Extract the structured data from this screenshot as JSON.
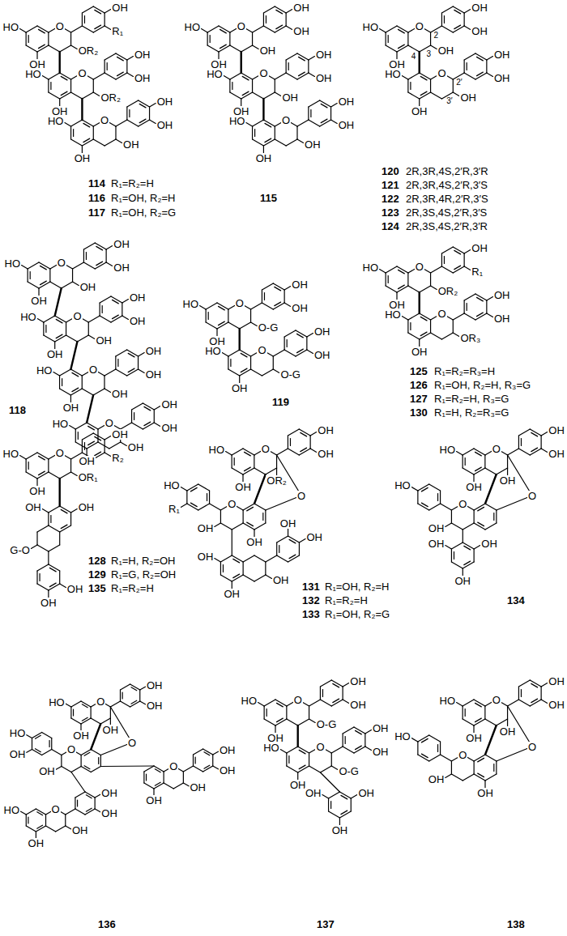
{
  "diagram": {
    "labels": [
      "O",
      "HO",
      "OH",
      "OR₂",
      "OH",
      "R₁",
      "O",
      "HO",
      "OH",
      "OR₂",
      "OH",
      "OH",
      "O",
      "HO",
      "OH",
      "OH",
      "OH",
      "OH",
      "114",
      "R₁=R₂=H",
      "116",
      "R₁=OH, R₂=H",
      "117",
      "R₁=OH, R₂=G",
      "O",
      "HO",
      "OH",
      "OH",
      "OH",
      "OH",
      "O",
      "HO",
      "OH",
      "OH",
      "OH",
      "OH",
      "O",
      "HO",
      "OH",
      "OH",
      "OH",
      "OH",
      "115",
      "O",
      "HO",
      "OH",
      "OH",
      "OH",
      "OH",
      "O",
      "HO",
      "OH",
      "OH",
      "OH",
      "OH",
      "2",
      "3",
      "4",
      "2′",
      "3′",
      "120",
      "2R,3R,4S,2′R,3′R",
      "121",
      "2R,3R,4S,2′R,3′S",
      "122",
      "2R,3R,4R,2′R,3′S",
      "123",
      "2R,3S,4S,2′R,3′S",
      "124",
      "2R,3S,4S,2′R,3′R",
      "O",
      "HO",
      "OH",
      "OH",
      "OH",
      "OH",
      "O",
      "HO",
      "OH",
      "OH",
      "OH",
      "OH",
      "O",
      "HO",
      "OH",
      "OH",
      "OH",
      "OH",
      "O",
      "HO",
      "OH",
      "OH",
      "OH",
      "OH",
      "118",
      "O",
      "HO",
      "OH",
      "O-G",
      "OH",
      "OH",
      "O",
      "HO",
      "OH",
      "O-G",
      "OH",
      "OH",
      "119",
      "O",
      "HO",
      "OH",
      "OR₂",
      "OH",
      "R₁",
      "O",
      "HO",
      "OH",
      "OR₃",
      "OH",
      "OH",
      "125",
      "R₁=R₂=R₃=H",
      "126",
      "R₁=OH, R₂=H, R₃=G",
      "127",
      "R₁=R₂=H, R₃=G",
      "130",
      "R₁=H, R₂=R₃=G",
      "O",
      "HO",
      "OH",
      "OR₁",
      "OH",
      "R₂",
      "OH",
      "OH",
      "G-O",
      "OH",
      "OH",
      "128",
      "R₁=H, R₂=OH",
      "129",
      "R₁=G, R₂=OH",
      "135",
      "R₁=R₂=H",
      "O",
      "HO",
      "OH",
      "OR₂",
      "OH",
      "OH",
      "O",
      "OH",
      "OH",
      "HO",
      "R₁",
      "O",
      "OH",
      "OH",
      "OH",
      "OH",
      "OH",
      "131",
      "R₁=OH, R₂=H",
      "132",
      "R₁=R₂=H",
      "133",
      "R₁=OH, R₂=G",
      "O",
      "HO",
      "OH",
      "OH",
      "OH",
      "OH",
      "O",
      "OH",
      "HO",
      "O",
      "OH",
      "OH",
      "OH",
      "134",
      "O",
      "HO",
      "OH",
      "OH",
      "OH",
      "OH",
      "O",
      "OH",
      "HO",
      "OH",
      "O",
      "O",
      "OH",
      "OH",
      "OH",
      "OH",
      "O",
      "HO",
      "OH",
      "OH",
      "OH",
      "OH",
      "136",
      "O",
      "HO",
      "OH",
      "O-G",
      "OH",
      "OH",
      "O",
      "HO",
      "OH",
      "O-G",
      "OH",
      "OH",
      "OH",
      "OH",
      "OH",
      "137",
      "O",
      "HO",
      "OH",
      "OH",
      "OH",
      "OH",
      "O",
      "OH",
      "OH",
      "HO",
      "O",
      "138"
    ]
  }
}
